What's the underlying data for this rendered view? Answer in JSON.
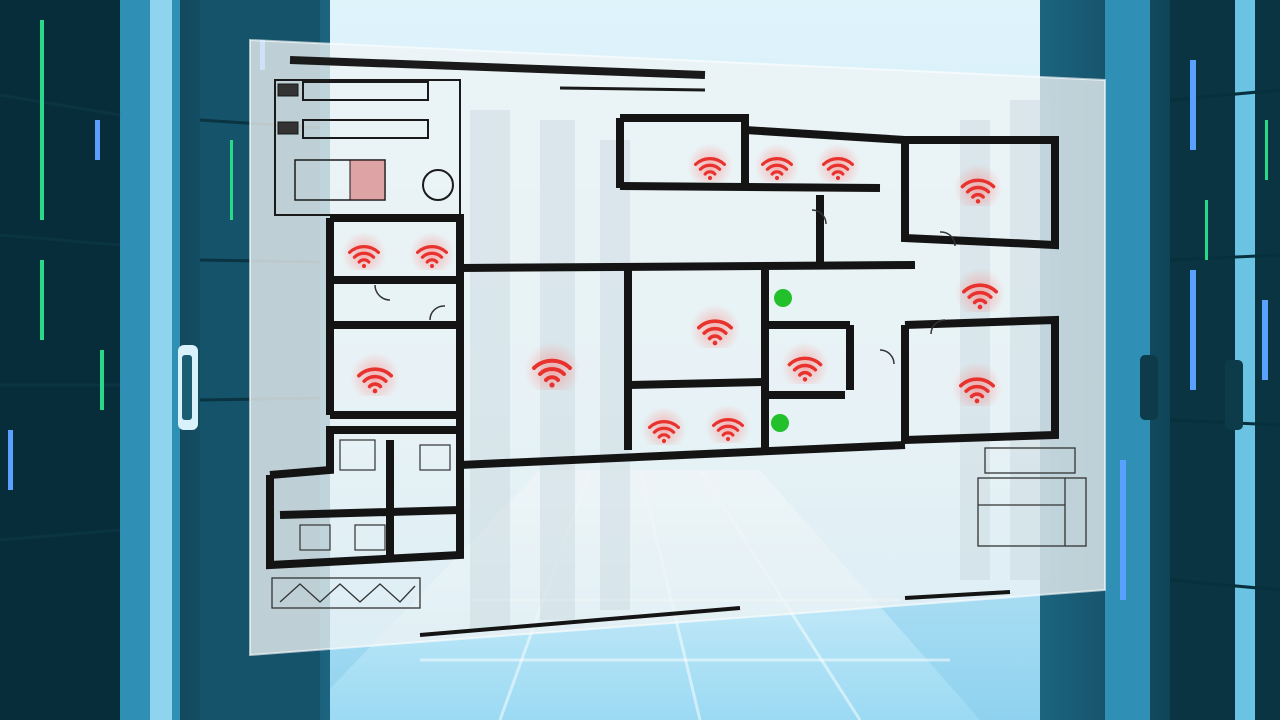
{
  "scene": {
    "description_tag": "server-room-wifi-floorplan",
    "colors": {
      "sky": "#dff3fb",
      "rack_dark": "#0b3a4a",
      "rack_mid": "#1b5d72",
      "rack_frame": "#5fb4d6",
      "led_green": "#29d98a",
      "led_blue": "#5aa0ff",
      "panel": "#e9eef0",
      "wall": "#141414",
      "wifi": "#e8322e",
      "wifi_glow": "#ff6a66",
      "door_green": "#22c02a"
    }
  },
  "wifi_zones": [
    {
      "room": "top-corridor-1"
    },
    {
      "room": "top-corridor-2"
    },
    {
      "room": "top-corridor-3"
    },
    {
      "room": "north-east-room"
    },
    {
      "room": "west-upper-left"
    },
    {
      "room": "west-upper-right"
    },
    {
      "room": "west-middle"
    },
    {
      "room": "main-hall"
    },
    {
      "room": "center-room"
    },
    {
      "room": "east-room"
    },
    {
      "room": "small-center-room"
    },
    {
      "room": "south-room-1"
    },
    {
      "room": "south-room-2"
    },
    {
      "room": "south-east-room"
    }
  ]
}
